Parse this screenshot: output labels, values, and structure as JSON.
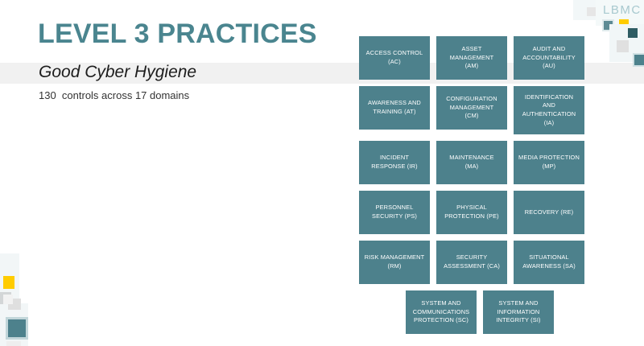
{
  "slide": {
    "title": "LEVEL 3 PRACTICES",
    "subtitle": "Good Cyber Hygiene",
    "body_line": "130  controls across 17 domains",
    "brand": "LBMC"
  },
  "colors": {
    "teal_box": "#4d818c",
    "title_teal": "#4a858f",
    "band_gray": "#f1f1f1",
    "accent_yellow": "#ffcc00",
    "dark_teal": "#2e5c63",
    "logo_teal": "#a8c9cf"
  },
  "domains": {
    "count_label": "17 domains",
    "rows": [
      [
        {
          "name": "ACCESS CONTROL\n(AC)",
          "code": "AC"
        },
        {
          "name": "ASSET\nMANAGEMENT\n(AM)",
          "code": "AM"
        },
        {
          "name": "AUDIT AND\nACCOUNTABILITY\n(AU)",
          "code": "AU"
        }
      ],
      [
        {
          "name": "AWARENESS AND\nTRAINING (AT)",
          "code": "AT"
        },
        {
          "name": "CONFIGURATION\nMANAGEMENT\n(CM)",
          "code": "CM"
        },
        {
          "name": "IDENTIFICATION\nAND\nAUTHENTICATION\n(IA)",
          "code": "IA"
        }
      ],
      [
        {
          "name": "INCIDENT\nRESPONSE (IR)",
          "code": "IR"
        },
        {
          "name": "MAINTENANCE\n(MA)",
          "code": "MA"
        },
        {
          "name": "MEDIA PROTECTION\n(MP)",
          "code": "MP"
        }
      ],
      [
        {
          "name": "PERSONNEL\nSECURITY (PS)",
          "code": "PS"
        },
        {
          "name": "PHYSICAL\nPROTECTION (PE)",
          "code": "PE"
        },
        {
          "name": "RECOVERY (RE)",
          "code": "RE"
        }
      ],
      [
        {
          "name": "RISK MANAGEMENT\n(RM)",
          "code": "RM"
        },
        {
          "name": "SECURITY\nASSESSMENT (CA)",
          "code": "CA"
        },
        {
          "name": "SITUATIONAL\nAWARENESS (SA)",
          "code": "SA"
        }
      ],
      [
        {
          "name": "SYSTEM AND\nCOMMUNICATIONS\nPROTECTION (SC)",
          "code": "SC"
        },
        {
          "name": "SYSTEM AND\nINFORMATION\nINTEGRITY (SI)",
          "code": "SI"
        }
      ]
    ]
  }
}
